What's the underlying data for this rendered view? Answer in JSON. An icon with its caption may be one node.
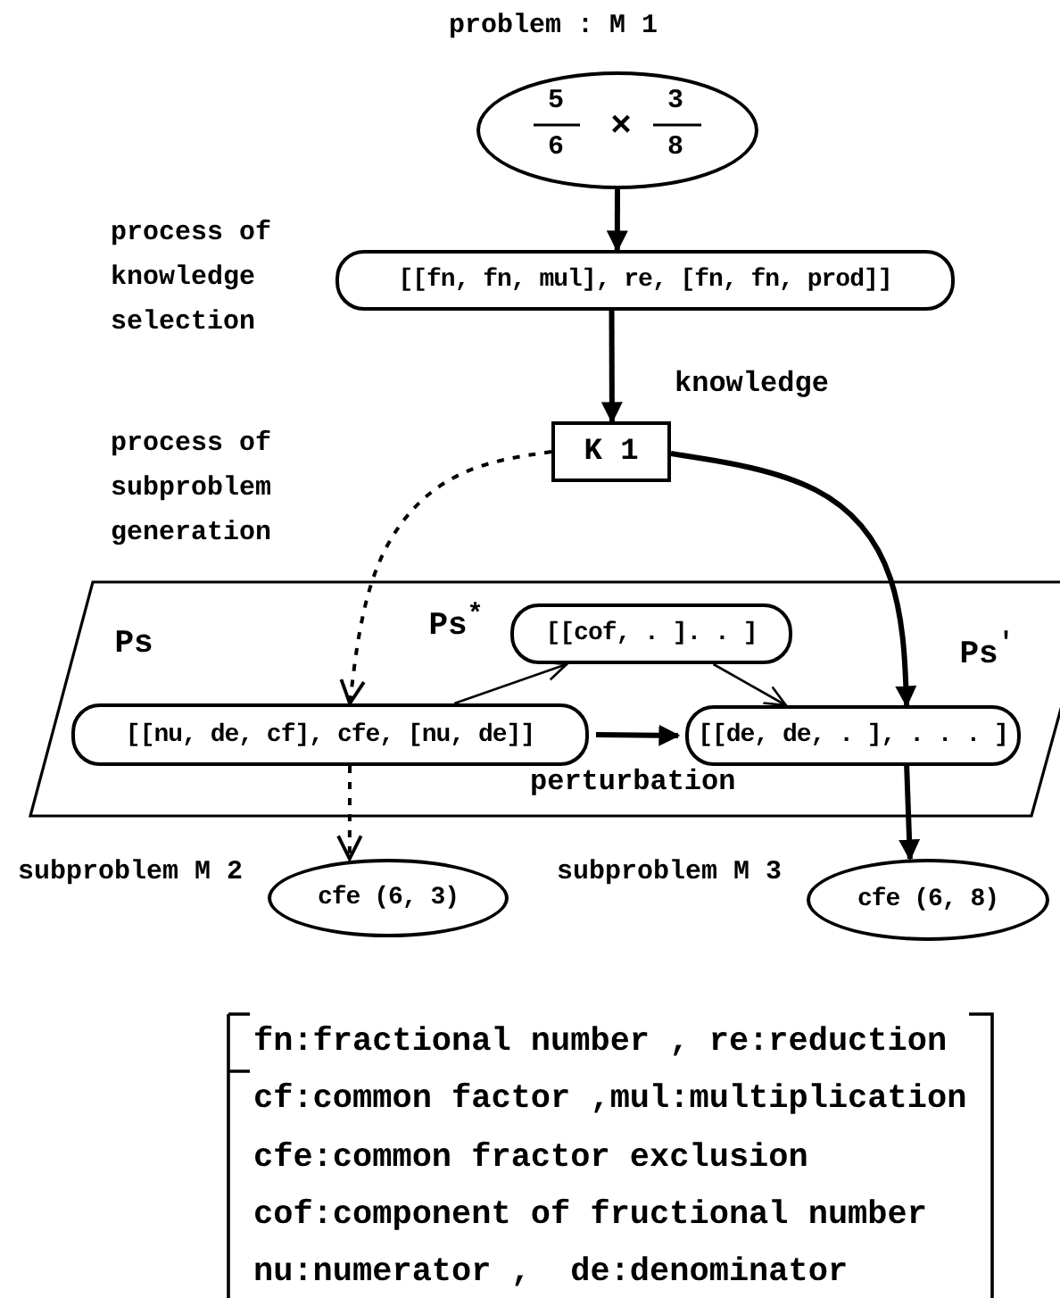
{
  "diagram": {
    "nodes": [
      {
        "text": [
          "5",
          "6",
          "×",
          "3",
          "8"
        ],
        "beside": [
          "problem : M 1"
        ]
      },
      {
        "text": [
          "[[fn, fn, mul], re, [fn, fn, prod]]"
        ]
      },
      {
        "text": [
          "K 1"
        ]
      },
      {
        "text": [],
        "shape": "parallelogram"
      },
      {
        "text": [
          "[[nu, de, cf], cfe, [nu, de]]"
        ],
        "in": 3,
        "beside": [
          "Ps"
        ]
      },
      {
        "text": [
          "[[cof, . ]. . ]"
        ],
        "in": 3,
        "beside": [
          "Ps$^{*}$"
        ]
      },
      {
        "text": [
          "[[de, de, . ], . . . ]"
        ],
        "in": 3,
        "beside": [
          "Ps$^{'}$"
        ]
      },
      {
        "text": [
          "cfe (6, 3)"
        ],
        "beside": [
          "subproblem M 2"
        ]
      },
      {
        "text": [
          "cfe (6, 8)"
        ],
        "beside": [
          "subproblem M 3"
        ]
      }
    ],
    "edges": [
      {
        "from": 0,
        "to": 1,
        "arrow": "to"
      },
      {
        "from": 1,
        "to": 2,
        "arrow": "to",
        "label": "knowledge"
      },
      {
        "from": 2,
        "to": 4,
        "arrow": "to",
        "style": "dashed"
      },
      {
        "from": 4,
        "to": 7,
        "arrow": "to",
        "style": "dashed"
      },
      {
        "from": 2,
        "to": 6,
        "arrow": "to"
      },
      {
        "from": 6,
        "to": 8,
        "arrow": "to"
      },
      {
        "from": 4,
        "to": 5,
        "arrow": "to"
      },
      {
        "from": 5,
        "to": 6,
        "arrow": "to"
      },
      {
        "from": 4,
        "to": 6,
        "arrow": "to",
        "label": "perturbation"
      }
    ],
    "labels": [
      "process of knowledge selection",
      "process of subproblem generation",
      "fn:fractional number , re:reduction",
      "cf:common factor ,mul:multiplication",
      "cfe:common fractor exclusion",
      "cof:component of fructional number",
      "nu:numerator ,  de:denominator"
    ]
  }
}
